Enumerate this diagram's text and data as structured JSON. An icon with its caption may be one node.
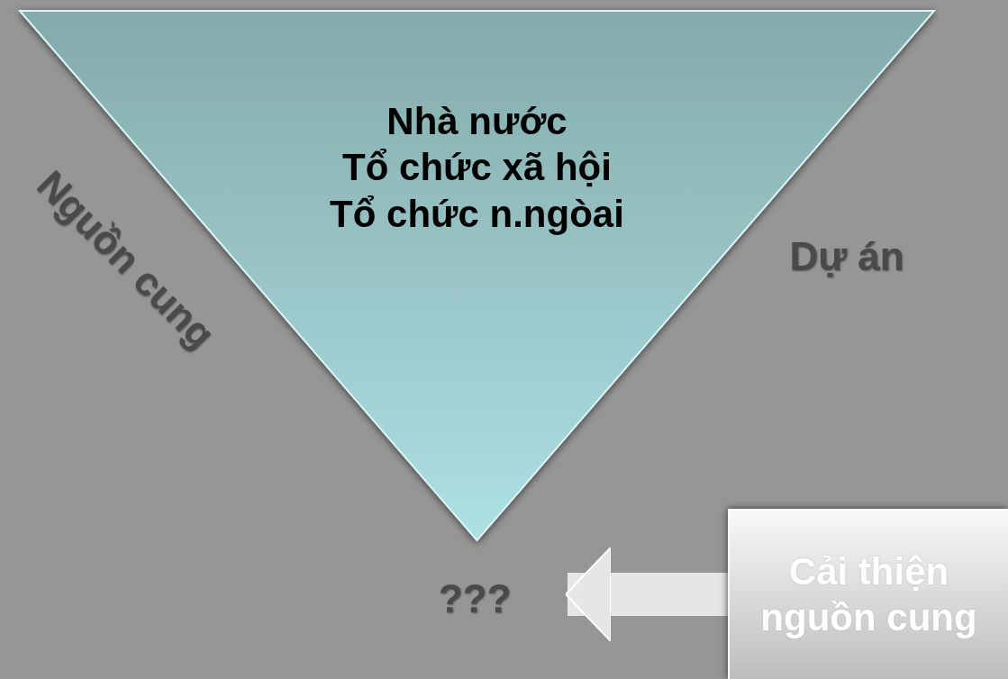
{
  "diagram": {
    "nodes": [
      {
        "text": [
          "Nhà nước",
          "Tổ chức xã hội",
          "Tổ chức n.ngòai"
        ]
      },
      {
        "text": [
          "???"
        ]
      },
      {
        "text": [
          "Cải thiện nguồn cung"
        ]
      }
    ],
    "edges": [
      {
        "from": 2,
        "to": 1,
        "arrow": "to"
      }
    ],
    "labels": [
      "Nguồn cung",
      "Dự án"
    ]
  }
}
